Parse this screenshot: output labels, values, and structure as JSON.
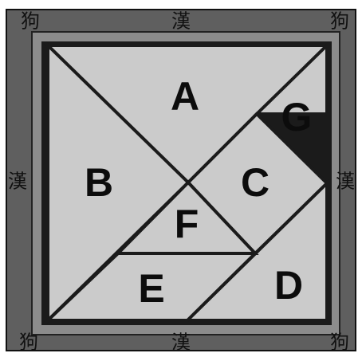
{
  "puzzle": {
    "border_chars": {
      "dog": "狗",
      "han": "漢"
    },
    "pieces": {
      "A": "A",
      "B": "B",
      "C": "C",
      "D": "D",
      "E": "E",
      "F": "F",
      "G": "G"
    },
    "colors": {
      "frame_outer": "#5f5f5f",
      "frame_inner": "#888888",
      "piece_fill": "#cbcbcb",
      "piece_stroke": "#1b1b1b"
    }
  }
}
